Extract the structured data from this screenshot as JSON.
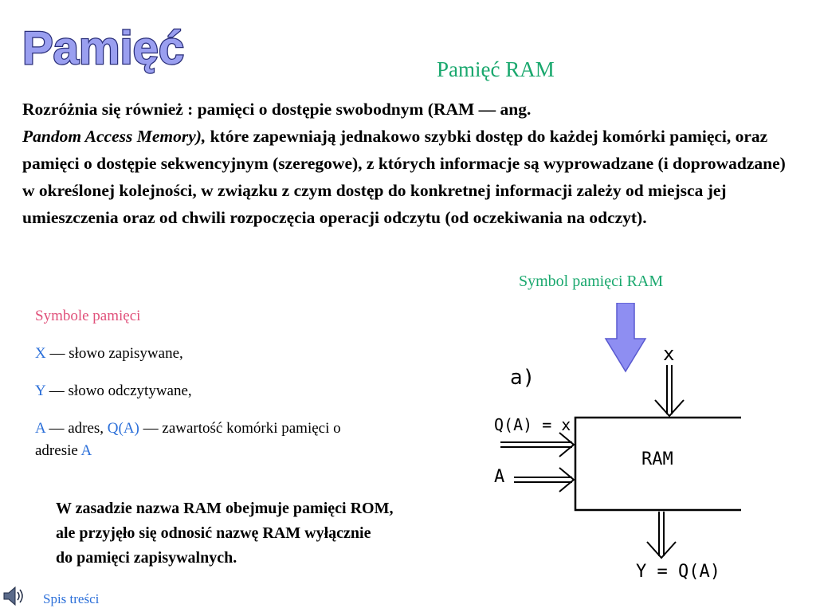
{
  "title": "Pamięć",
  "subtitle": "Pamięć  RAM",
  "intro": {
    "part1": "Rozróżnia się również : pamięci o dostępie swobodnym (RAM — ang.",
    "italic": "Pandom Access Memory),",
    "part2": " które zapewniają jednakowo szybki dostęp do każdej komórki pamięci, oraz pamięci o dostępie sekwencyjnym (szeregowe), z których informacje są wyprowadzane (i doprowadzane) w określonej kolejności, w związku z czym dostęp do konkretnej informacji zależy od miejsca jej umieszczenia oraz od chwili rozpoczęcia operacji odczytu (od oczekiwania na odczyt)."
  },
  "caption": "Symbol  pamięci  RAM",
  "symbols": {
    "title": "Symbole pamięci",
    "x_letter": "X",
    "x_text": " — słowo zapisywane,",
    "y_letter": "Y",
    "y_text": " — słowo odczytywane,",
    "a_letter": "A",
    "a_text1": " — adres, ",
    "qa": "Q(A)",
    "a_text2": " — zawartość komórki pamięci o adresie ",
    "a_letter2": "A"
  },
  "note": {
    "line1": "W zasadzie nazwa RAM obejmuje pamięci  ROM,",
    "line2": "ale przyjęło się odnosić nazwę RAM wyłącznie",
    "line3": "do pamięci zapisywalnych."
  },
  "diagram": {
    "label_a_paren": "a)",
    "box_label": "RAM",
    "input_x": "x",
    "input_q": "Q(A) = x",
    "input_a": "A",
    "output_y": "Y = Q(A)"
  },
  "footer": {
    "toc_label": "Spis treści",
    "speaker_icon": "speaker-icon"
  },
  "colors": {
    "green": "#1aa86e",
    "pink": "#e0507a",
    "blue": "#2b6fd9",
    "title_fill": "#9a9ff0",
    "arrow_fill": "#8e8ef2"
  }
}
